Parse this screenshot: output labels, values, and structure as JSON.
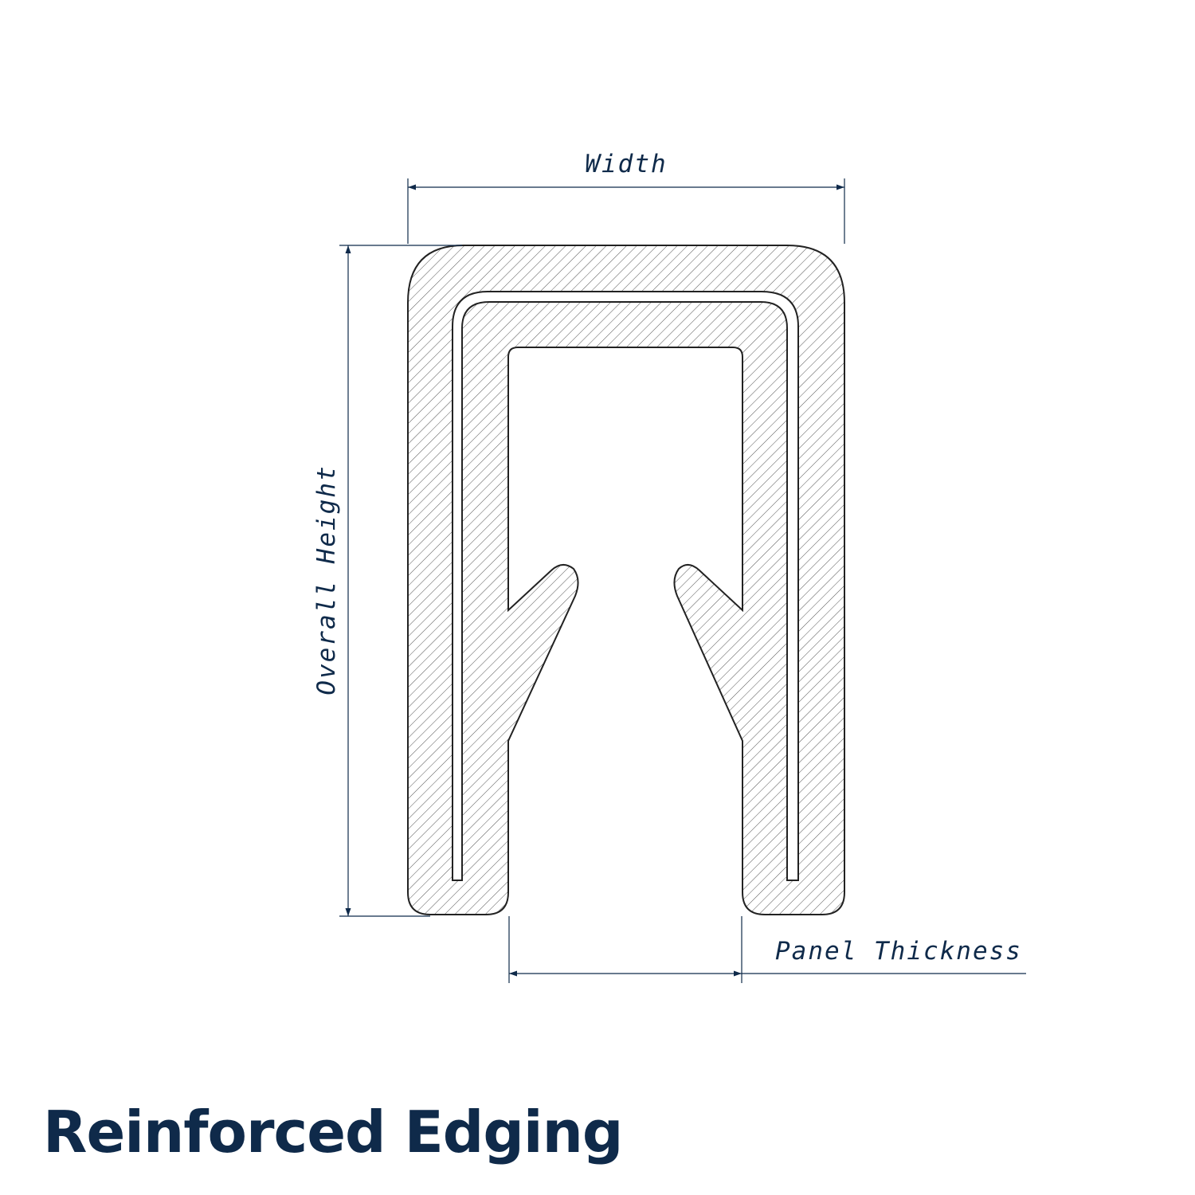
{
  "title": "Reinforced Edging",
  "dimensions": {
    "width_label": "Width",
    "height_label": "Overall Height",
    "panel_label": "Panel Thickness"
  },
  "colors": {
    "ink": "#0f2a4a",
    "outline": "#222222",
    "hatch": "#555555",
    "background": "#ffffff"
  }
}
